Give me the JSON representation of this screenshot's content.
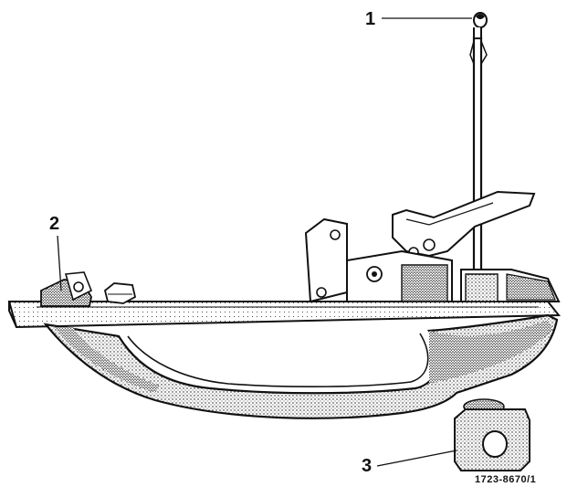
{
  "callouts": {
    "rod_clip": "1",
    "handle_end": "2",
    "lock_cylinder": "3"
  },
  "reference_number": "1723-8670/1",
  "colors": {
    "ink": "#111111",
    "paper": "#ffffff"
  }
}
